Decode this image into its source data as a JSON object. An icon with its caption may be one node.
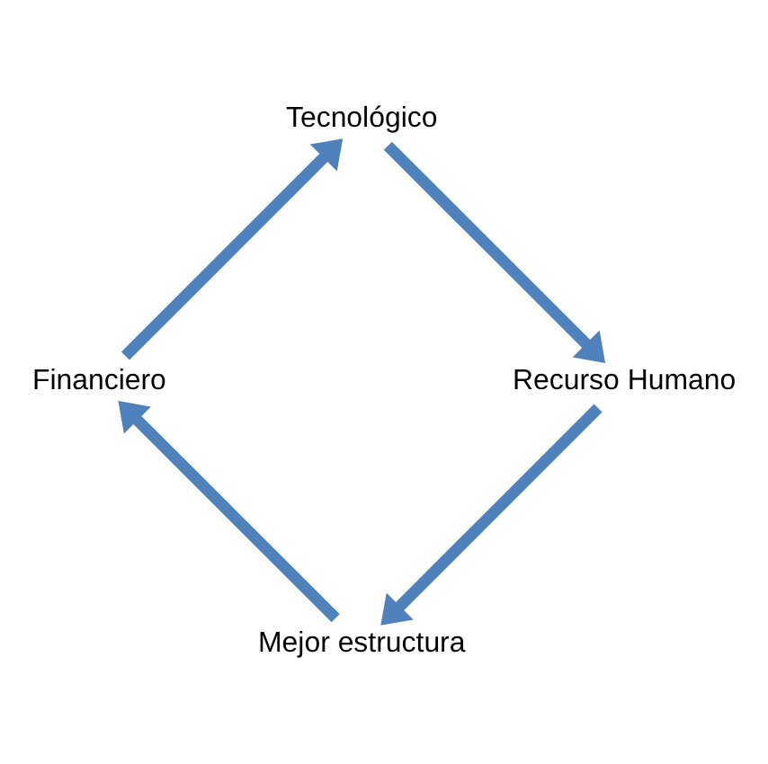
{
  "diagram": {
    "nodes": [
      {
        "text": [
          "Mejor estructura"
        ]
      },
      {
        "text": [
          "Financiero"
        ]
      },
      {
        "text": [
          "Tecnológico"
        ]
      },
      {
        "text": [
          "Recurso Humano"
        ]
      }
    ],
    "edges": [
      {
        "from": 0,
        "to": 1,
        "arrow": "to"
      },
      {
        "from": 1,
        "to": 2,
        "arrow": "to"
      },
      {
        "from": 2,
        "to": 3,
        "arrow": "to"
      },
      {
        "from": 3,
        "to": 0,
        "arrow": "to"
      }
    ]
  }
}
